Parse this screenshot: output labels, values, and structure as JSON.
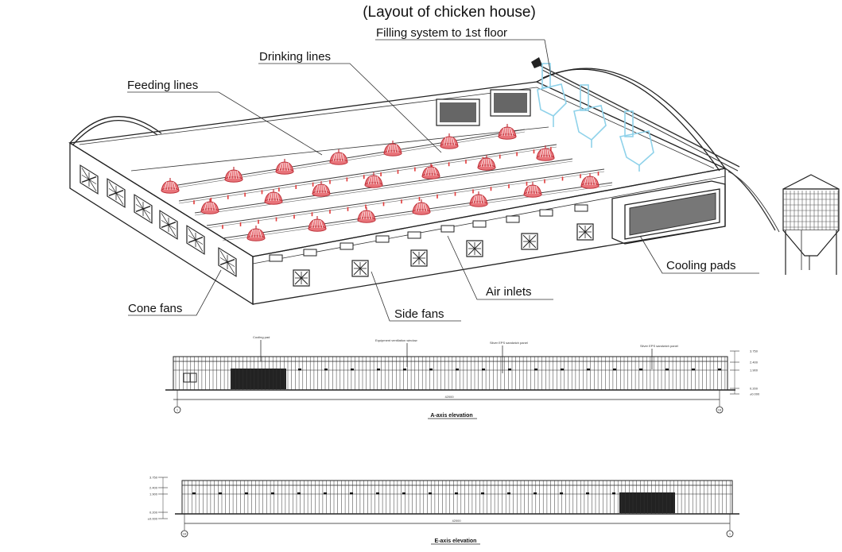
{
  "title": "(Layout of chicken house)",
  "labels": {
    "filling_system": "Filling system to 1st floor",
    "drinking_lines": "Drinking lines",
    "feeding_lines": "Feeding lines",
    "cooling_pads": "Cooling pads",
    "air_inlets": "Air inlets",
    "side_fans": "Side fans",
    "cone_fans": "Cone fans"
  },
  "elevation_a": {
    "caption": "A-axis elevation",
    "notes": [
      "Cooling pad",
      "Equipment ventilation window",
      "Silver EPS sandwich panel",
      "Silver EPS sandwich panel"
    ],
    "length": "42000",
    "axis_left": "1",
    "axis_right": "16",
    "levels": [
      "3.750",
      "2.400",
      "1.900",
      "0.200",
      "±0.000"
    ]
  },
  "elevation_e": {
    "caption": "E-axis elevation",
    "length": "42000",
    "axis_left": "16",
    "axis_right": "1",
    "levels": [
      "3.750",
      "2.400",
      "1.900",
      "0.200",
      "±0.000"
    ]
  },
  "colors": {
    "feeder": "#e8747a",
    "feeder_stroke": "#c0343c",
    "drinker": "#e23b3b",
    "filling_blue": "#8fd2ea",
    "line": "#222222"
  }
}
